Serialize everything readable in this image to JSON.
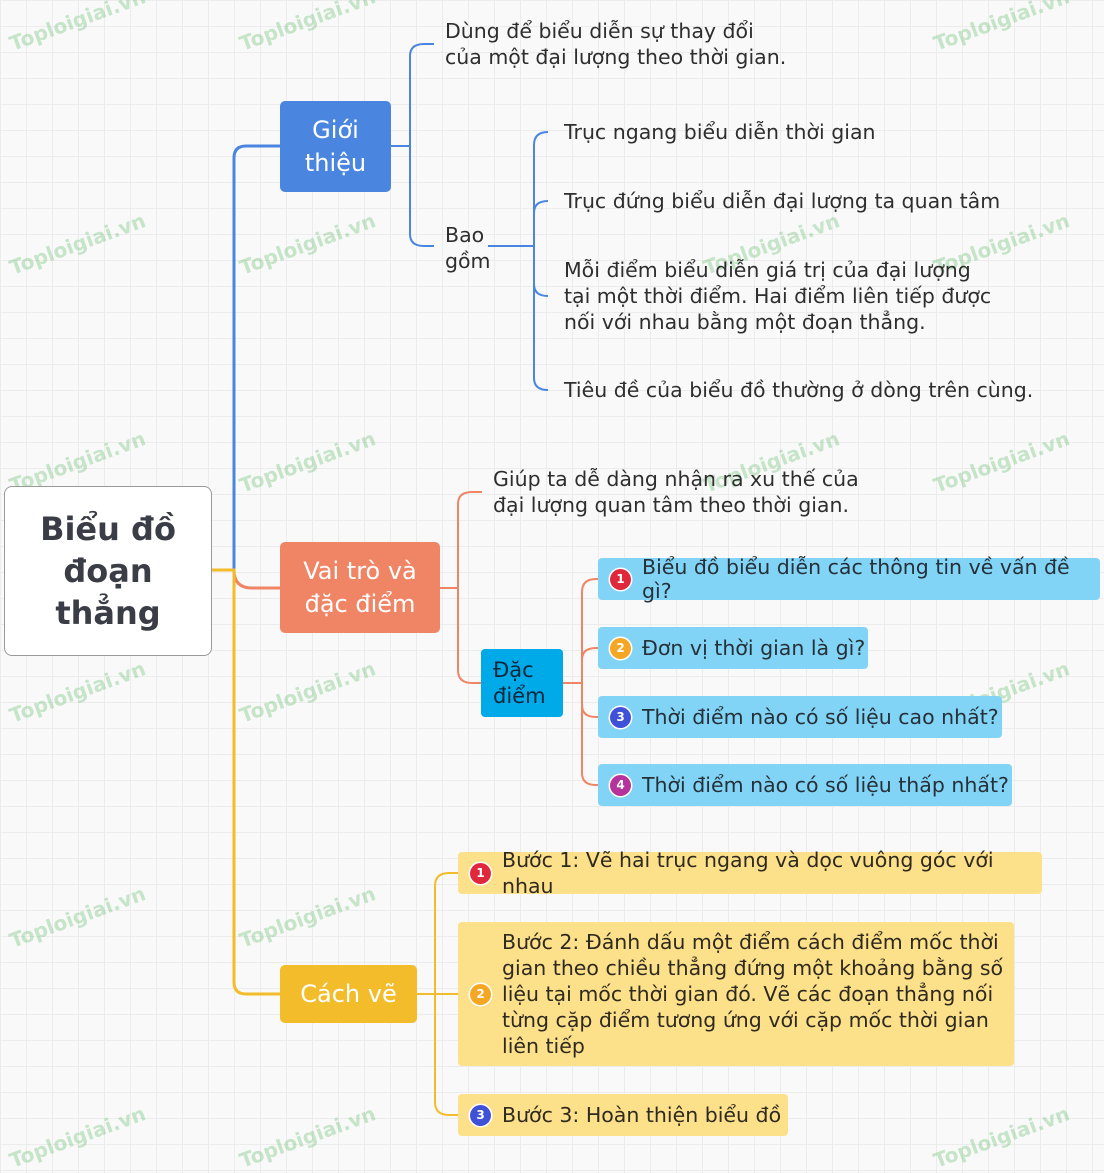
{
  "root": {
    "title": "Biểu đồ\nđoạn\nthẳng"
  },
  "intro": {
    "label": "Giới\nthiệu",
    "definition": "Dùng để biểu diễn sự thay đổi\ncủa một đại lượng theo thời gian.",
    "includes_label": "Bao\ngồm",
    "includes": [
      "Trục ngang biểu diễn thời gian",
      "Trục đứng biểu diễn đại lượng ta quan tâm",
      "Mỗi điểm biểu diễn giá trị của đại lượng\ntại một thời điểm. Hai điểm liên tiếp được\nnối với nhau bằng một đoạn thẳng.",
      "Tiêu đề của biểu đồ thường ở dòng trên cùng."
    ]
  },
  "role": {
    "label": "Vai trò và\nđặc điểm",
    "purpose": "Giúp ta dễ dàng nhận ra xu thế của\nđại lượng quan tâm theo thời gian.",
    "features_label": "Đặc\nđiểm",
    "questions": [
      {
        "num": "1",
        "text": "Biểu đồ biểu diễn các thông tin về vấn đề gì?",
        "color": "#e0283c"
      },
      {
        "num": "2",
        "text": "Đơn vị thời gian là gì?",
        "color": "#f5a623"
      },
      {
        "num": "3",
        "text": "Thời điểm nào có số liệu cao nhất?",
        "color": "#3f51d6"
      },
      {
        "num": "4",
        "text": "Thời điểm nào có số liệu thấp nhất?",
        "color": "#b6339c"
      }
    ]
  },
  "draw": {
    "label": "Cách vẽ",
    "steps": [
      {
        "num": "1",
        "text": "Bước 1: Vẽ hai trục ngang và dọc vuông góc với nhau",
        "color": "#e0283c"
      },
      {
        "num": "2",
        "text": "Bước 2: Đánh dấu một điểm cách điểm mốc thời\ngian theo chiều thẳng đứng một khoảng bằng số\nliệu tại mốc thời gian đó. Vẽ các đoạn thẳng nối\ntừng cặp điểm tương ứng với cặp mốc thời gian\nliên tiếp",
        "color": "#f5a623"
      },
      {
        "num": "3",
        "text": "Bước 3: Hoàn thiện biểu đồ",
        "color": "#3f51d6"
      }
    ]
  },
  "colors": {
    "blue": "#4a86e0",
    "orange": "#f08565",
    "yellow": "#f3bc2a",
    "cyan": "#00a9e8",
    "question_bg": "#82d4f6",
    "step_bg": "#fde08a"
  },
  "watermark": "Toploigiai.vn"
}
